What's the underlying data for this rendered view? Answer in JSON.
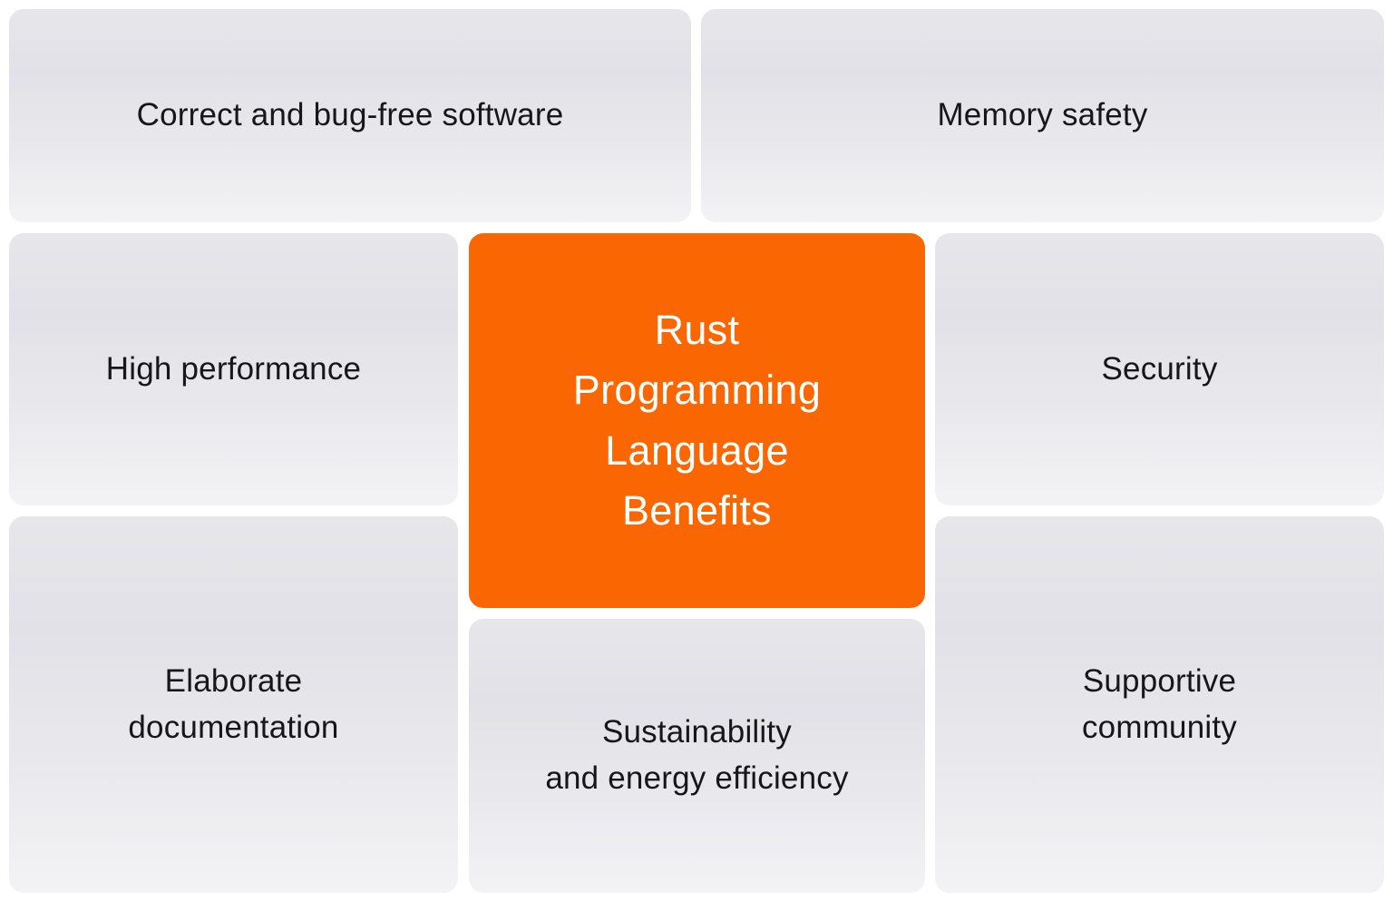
{
  "diagram": {
    "title": "Rust Programming Language Benefits mind map",
    "center": {
      "label": "Rust\nProgramming\nLanguage\nBenefits",
      "bg_color": "#FA6602",
      "text_color": "#FFFFFF"
    },
    "benefits": [
      {
        "id": "correct-software",
        "label": "Correct and bug-free software"
      },
      {
        "id": "memory-safety",
        "label": "Memory safety"
      },
      {
        "id": "high-performance",
        "label": "High performance"
      },
      {
        "id": "security",
        "label": "Security"
      },
      {
        "id": "elaborate-documentation",
        "label": "Elaborate\ndocumentation"
      },
      {
        "id": "sustainability",
        "label": "Sustainability\nand energy efficiency"
      },
      {
        "id": "supportive-community",
        "label": "Supportive\ncommunity"
      }
    ],
    "colors": {
      "accent": "#FA6602",
      "node_gradient_top": "#E2E1E7",
      "node_gradient_bottom": "#F3F3F5",
      "node_text": "#17171B",
      "background": "#FFFFFF"
    }
  }
}
